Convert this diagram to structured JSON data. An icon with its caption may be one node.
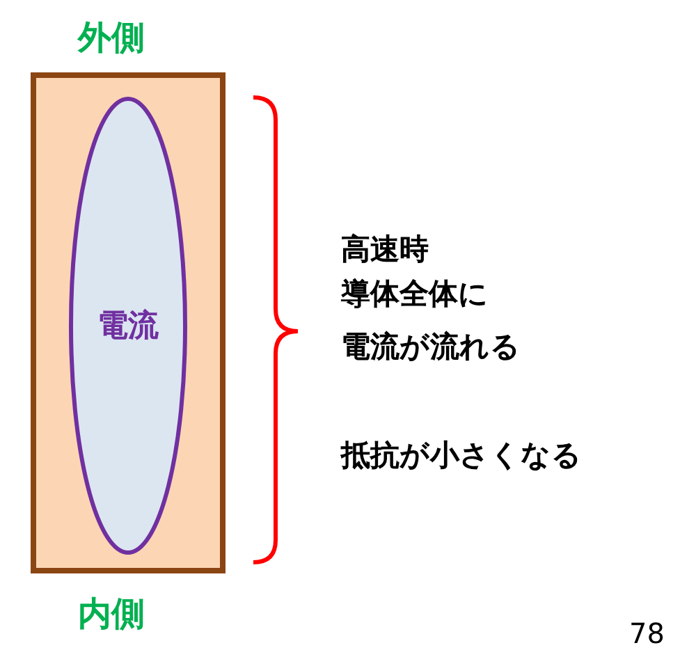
{
  "diagram": {
    "nodes": [
      {
        "text": [],
        "shape": "box"
      },
      {
        "text": [
          "電流"
        ],
        "in": 0
      }
    ],
    "labels": [
      "外側",
      "高速時",
      "導体全体に",
      "電流が流れる",
      "抵抗が小さくなる",
      "内側",
      "78"
    ]
  }
}
